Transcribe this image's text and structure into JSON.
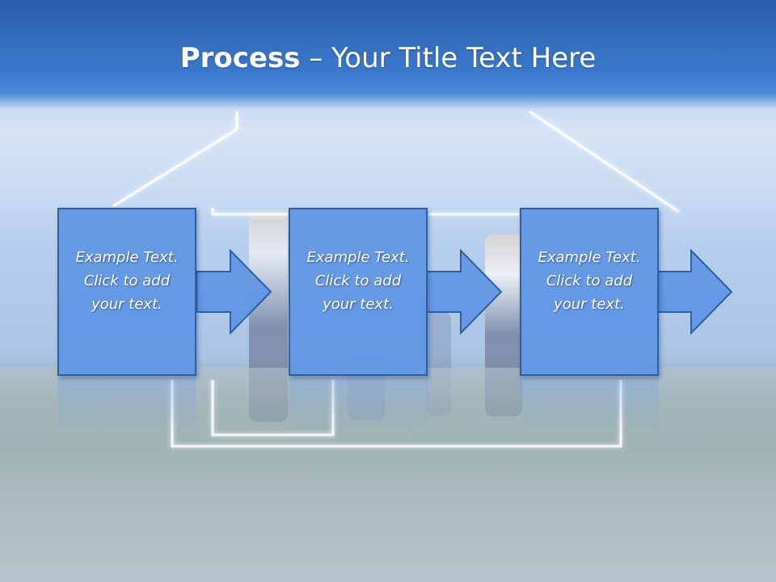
{
  "slide": {
    "title_bold": "Process",
    "title_rest": " – Your Title Text Here"
  },
  "steps": [
    {
      "line1": "Example Text.",
      "line2": "Click  to add",
      "line3": "your text."
    },
    {
      "line1": "Example Text.",
      "line2": "Click  to add",
      "line3": "your text."
    },
    {
      "line1": "Example Text.",
      "line2": "Click  to add",
      "line3": "your text."
    }
  ],
  "colors": {
    "box_fill": "#6096e4",
    "box_border": "#2f5f9e",
    "title_bar": "#3a78cc"
  }
}
